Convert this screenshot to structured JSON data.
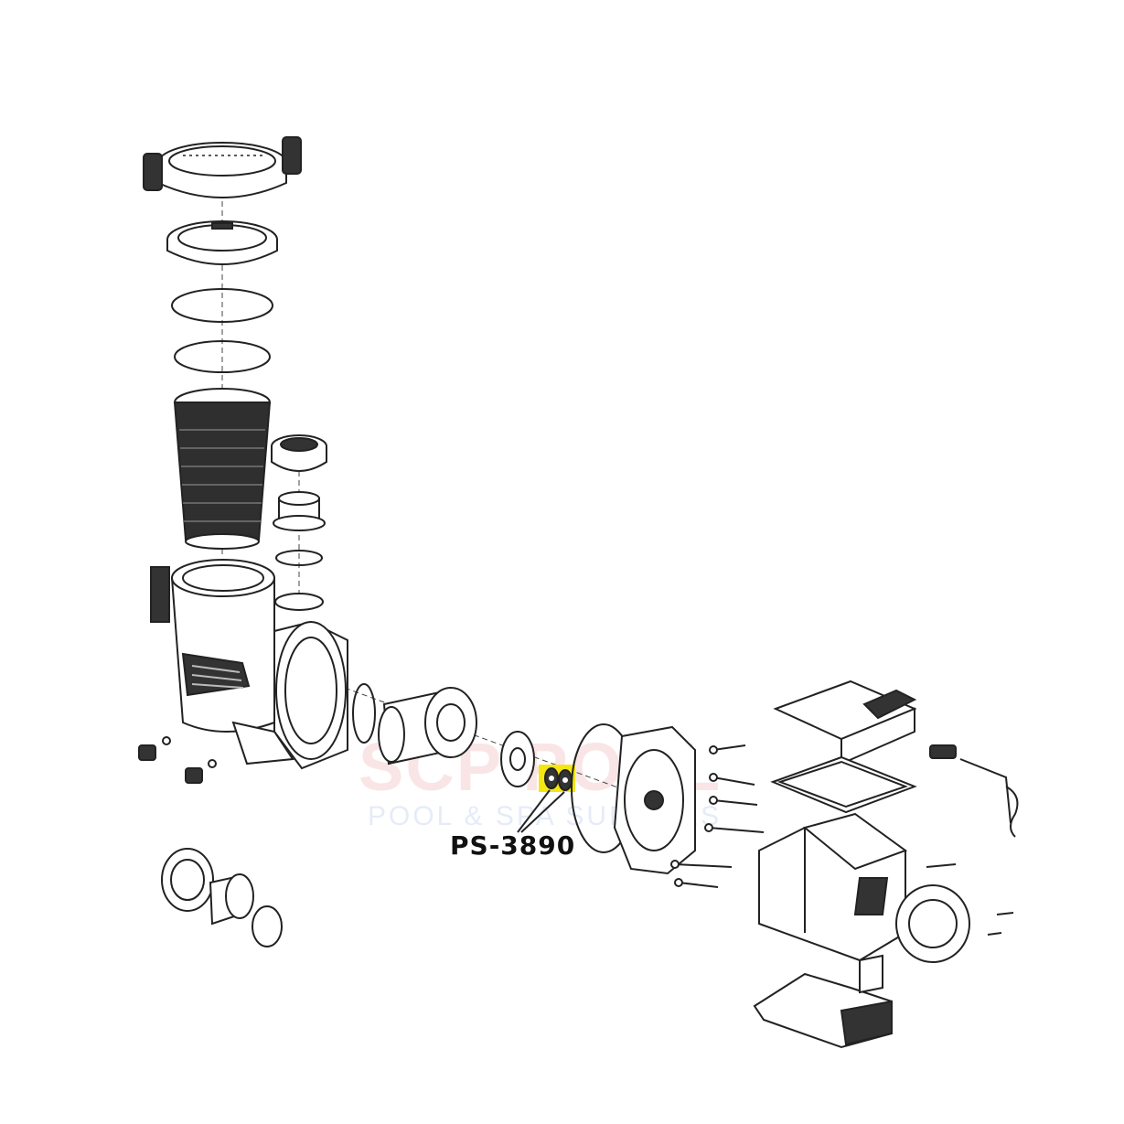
{
  "diagram": {
    "callout": {
      "part_number": "PS-3890"
    },
    "watermark": {
      "brand": "SCP POOL",
      "tagline": "POOL & SPA SUPPLIES"
    },
    "colors": {
      "highlight": "#f5e612",
      "line": "#222222",
      "watermark_red": "#d9413f",
      "watermark_blue": "#3f6fc9"
    }
  }
}
